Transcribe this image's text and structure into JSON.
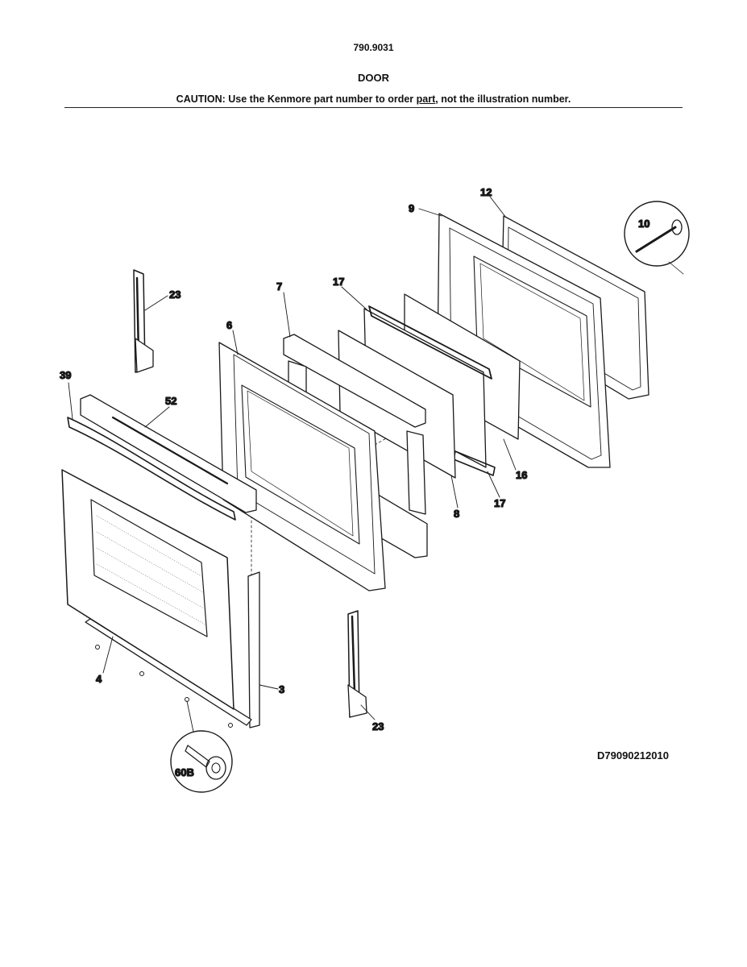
{
  "header": {
    "model_number": "790.9031",
    "title": "DOOR",
    "caution_prefix": "CAUTION: Use the Kenmore part number to order ",
    "caution_link": "part",
    "caution_suffix": ", not the illustration number."
  },
  "diagram_code": "D79090212010",
  "callouts": {
    "c12": "12",
    "c9": "9",
    "c10": "10",
    "c23a": "23",
    "c7": "7",
    "c17a": "17",
    "c6": "6",
    "c39": "39",
    "c52": "52",
    "c8": "8",
    "c17b": "17",
    "c16": "16",
    "c4": "4",
    "c3": "3",
    "c23b": "23",
    "c60b": "60B"
  }
}
